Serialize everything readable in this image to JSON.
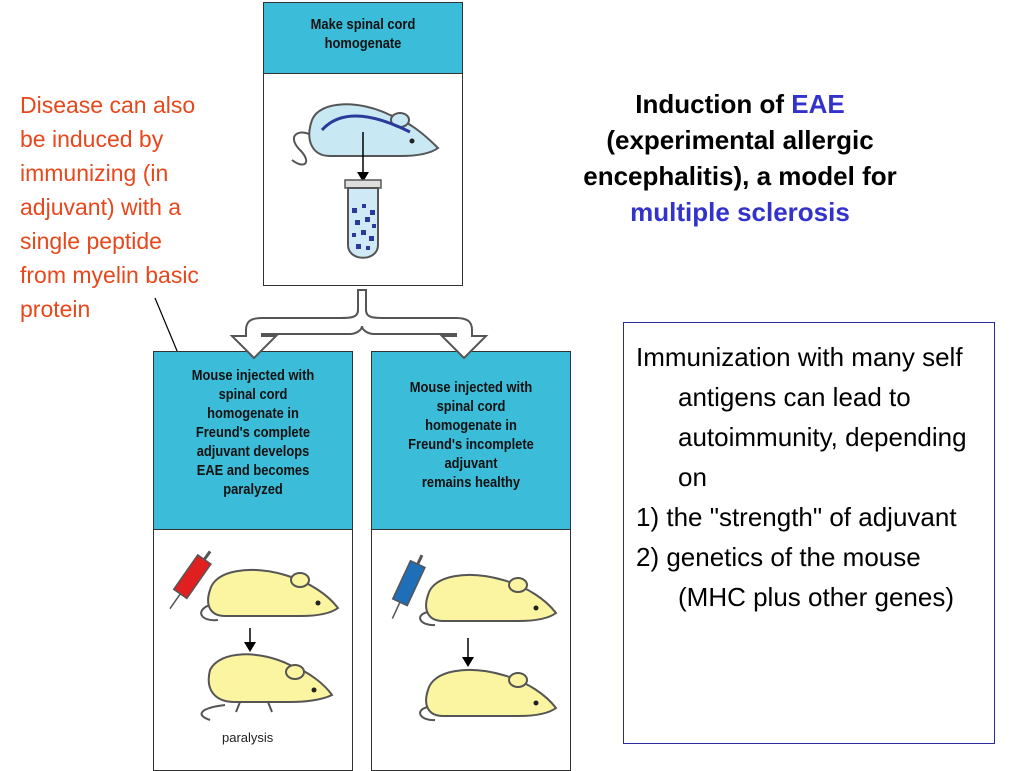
{
  "side_note": [
    "Disease can also",
    "be induced by",
    "immunizing (in",
    "adjuvant) with a",
    "single peptide",
    "from myelin basic",
    "protein"
  ],
  "title": {
    "part1": "Induction of ",
    "eae": "EAE",
    "line2": "(experimental allergic",
    "line3": "encephalitis), a model for",
    "line4": "multiple sclerosis"
  },
  "info": {
    "intro": "Immunization with many self antigens can lead to autoimmunity, depending on",
    "point1": "1) the \"strength\" of adjuvant",
    "point2": "2) genetics of the mouse (MHC plus other genes)"
  },
  "panels": {
    "top": [
      "Make spinal cord",
      "homogenate"
    ],
    "left": [
      "Mouse injected with",
      "spinal cord",
      "homogenate in",
      "Freund's complete",
      "adjuvant develops",
      "EAE and becomes",
      "paralyzed"
    ],
    "right": [
      "Mouse injected with",
      "spinal cord",
      "homogenate in",
      "Freund's incomplete",
      "adjuvant",
      "remains healthy"
    ],
    "paralysis_label": "paralysis"
  },
  "colors": {
    "panel_header": "#3bbcd8",
    "mouse_body": "#fbf4a0",
    "top_mouse_body": "#c8e8f4",
    "syringe_red": "#e02020",
    "syringe_blue": "#1e6fb8",
    "note_red": "#e8471b",
    "title_blue": "#3333cc"
  }
}
